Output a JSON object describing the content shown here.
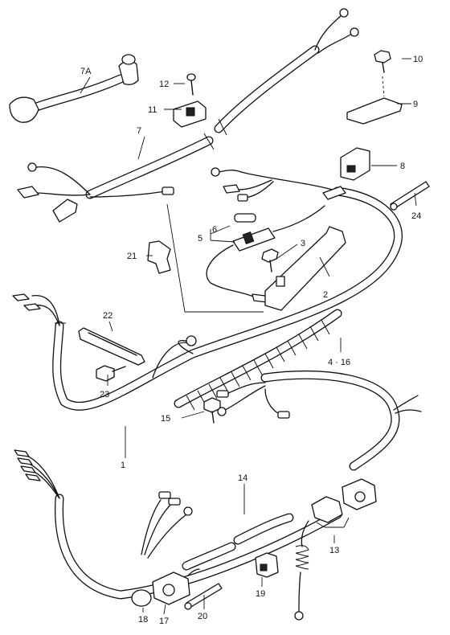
{
  "labels": {
    "7A": "7A",
    "12": "12",
    "11": "11",
    "7": "7",
    "10": "10",
    "9": "9",
    "8": "8",
    "24": "24",
    "6": "6",
    "5": "5",
    "3": "3",
    "2": "2",
    "21": "21",
    "22": "22",
    "23": "23",
    "4-16": "4 · 16",
    "15": "15",
    "1": "1",
    "14": "14",
    "13": "13",
    "19": "19",
    "18": "18",
    "17": "17",
    "20": "20"
  }
}
